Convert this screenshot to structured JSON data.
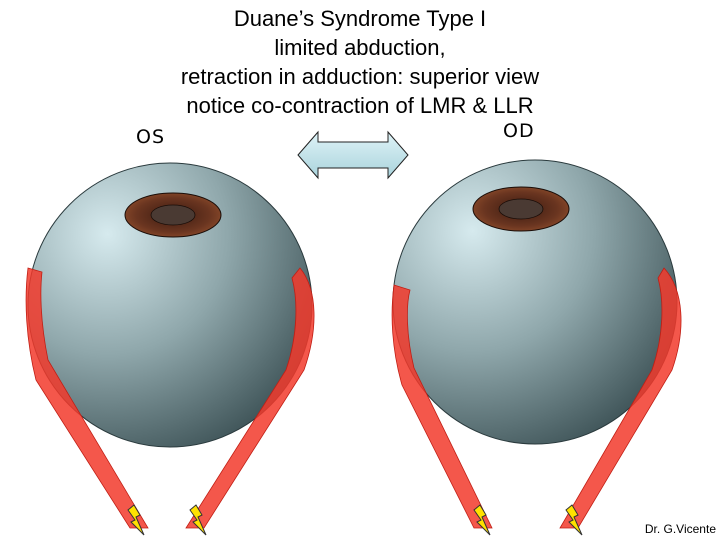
{
  "title": {
    "line1": "Duane’s Syndrome Type I",
    "line2": "limited abduction,",
    "line3": "retraction in adduction: superior view",
    "line4": "notice co-contraction of LMR & LLR"
  },
  "labels": {
    "left_eye": "OS",
    "right_eye": "OD"
  },
  "credit": "Dr. G.Vicente",
  "colors": {
    "eyeball_light": "#d6eaee",
    "eyeball_dark": "#3e5357",
    "muscle": "#f2392b",
    "iris": "#5b2b1a",
    "pupil": "#3a2a22",
    "arrow_fill": "#cdeaf0",
    "lightning": "#ffe100"
  },
  "icons": {
    "arrow": "double-headed-arrow-icon",
    "nerve": "lightning-bolt-icon"
  }
}
